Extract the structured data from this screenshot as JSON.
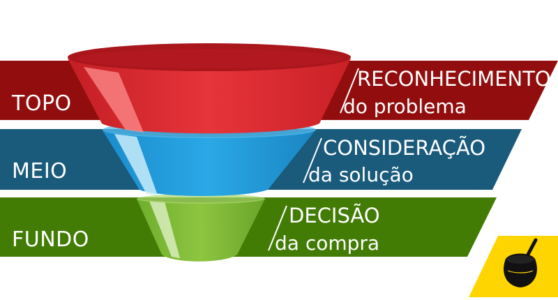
{
  "stages": [
    {
      "tier": "TOPO",
      "title": "RECONHECIMENTO",
      "subtitle": "do problema",
      "band_color": "#920e0e",
      "funnel_color": "#e5333a"
    },
    {
      "tier": "MEIO",
      "title": "CONSIDERAÇÃO",
      "subtitle": "da solução",
      "band_color": "#1a5a7b",
      "funnel_color": "#27a4e3"
    },
    {
      "tier": "FUNDO",
      "title": "DECISÃO",
      "subtitle": "da compra",
      "band_color": "#437c05",
      "funnel_color": "#8cc43f"
    }
  ],
  "logo": {
    "icon": "cuia-gourd-icon",
    "background_color": "#ffd500"
  }
}
